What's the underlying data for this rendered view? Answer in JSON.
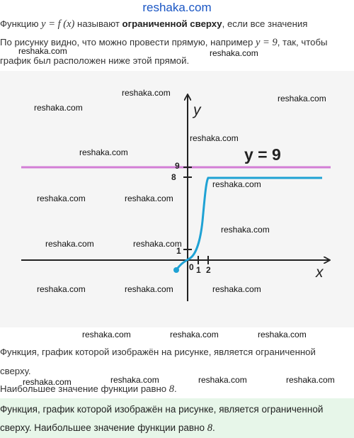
{
  "header": {
    "site": "reshaka.com"
  },
  "intro": {
    "line1_pre": "Функцию",
    "line1_formula": "y = f (x)",
    "line1_mid": "называют",
    "line1_term": "ограниченной сверху",
    "line1_post": ", если все значения",
    "line2_pre": "По рисунку видно, что можно провести прямую, например",
    "line2_formula": "y = 9",
    "line2_post": ", так, чтобы",
    "line3": "график был расположен ниже этой прямой."
  },
  "graph": {
    "y_axis_label": "y",
    "x_axis_label": "x",
    "line_label": "y = 9",
    "tick_y_9": "9",
    "tick_y_8": "8",
    "tick_y_1": "1",
    "tick_x_0": "0",
    "tick_x_1": "1",
    "tick_x_2": "2",
    "colors": {
      "line_y9": "#d37ed6",
      "curve": "#1fa2d4",
      "axes": "#222222",
      "background": "#f5f5f5"
    }
  },
  "conclusion": {
    "line1": "Функция, график которой изображён на рисунке, является ограниченной",
    "line2": "сверху.",
    "line3_pre": "Наибольшее значение функции равно",
    "line3_value": "8",
    "line3_post": "."
  },
  "answer": {
    "line1": "Функция, график которой изображён на рисунке, является ограниченной",
    "line2_pre": "сверху. Наибольшее значение функции равно",
    "line2_value": "8",
    "line2_post": "."
  },
  "watermark": "reshaka.com"
}
